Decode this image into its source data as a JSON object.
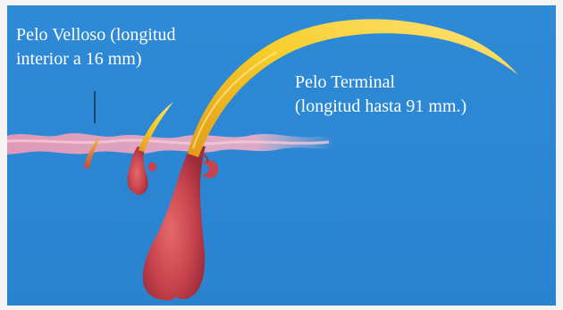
{
  "labels": {
    "vellus_line1": "Pelo Velloso (longitud",
    "vellus_line2": "interior a 16 mm)",
    "terminal_line1": "Pelo Terminal",
    "terminal_line2": "(longitud hasta 91 mm.)"
  },
  "colors": {
    "background": "#2b86d3",
    "skin": "#e59bb5",
    "follicle": "#c0414e",
    "hair": "#f3c21c",
    "text": "#ffffff"
  }
}
